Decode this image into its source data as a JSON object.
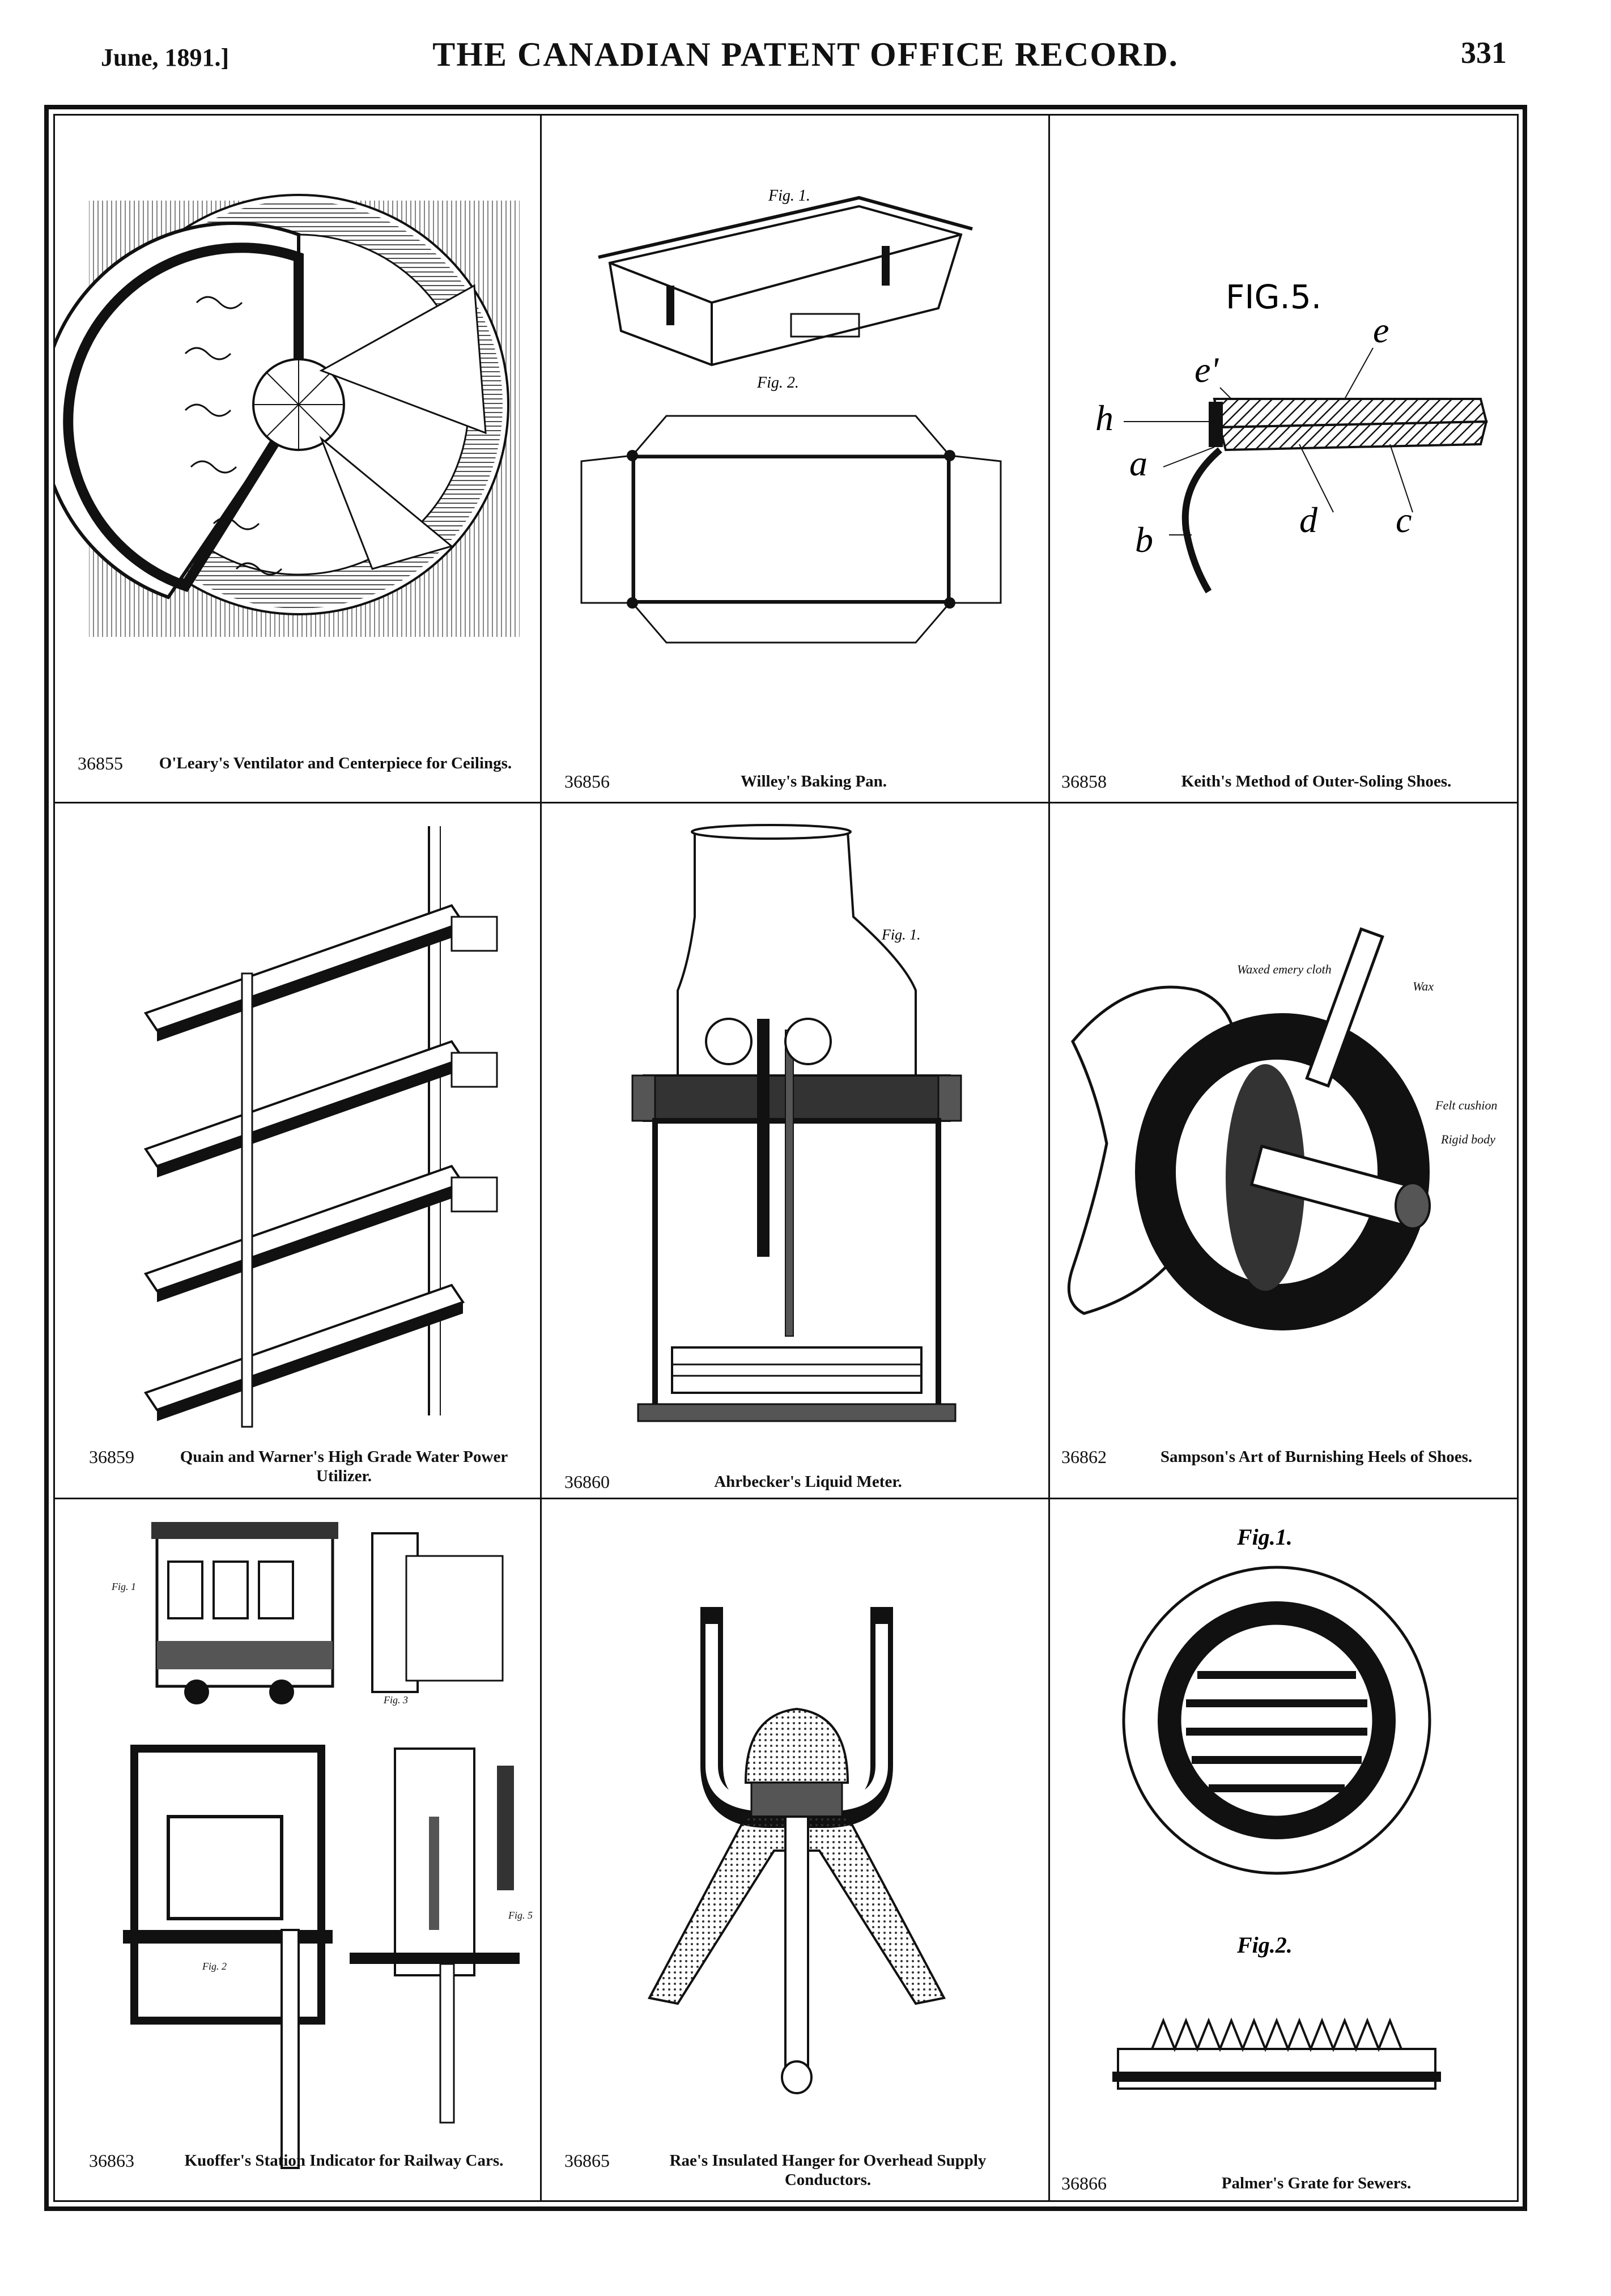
{
  "header": {
    "date": "June, 1891.]",
    "title": "THE CANADIAN PATENT OFFICE RECORD.",
    "page": "331"
  },
  "panels": [
    {
      "number": "36855",
      "title": "O'Leary's Ventilator and Centerpiece for Ceilings."
    },
    {
      "number": "36856",
      "title": "Willey's Baking Pan."
    },
    {
      "number": "36858",
      "title": "Keith's Method of Outer-Soling Shoes."
    },
    {
      "number": "36859",
      "title": "Quain and Warner's High Grade Water Power Utilizer."
    },
    {
      "number": "36860",
      "title": "Ahrbecker's Liquid Meter."
    },
    {
      "number": "36862",
      "title": "Sampson's Art of Burnishing Heels of Shoes."
    },
    {
      "number": "36863",
      "title": "Kuoffer's Station Indicator for Railway Cars."
    },
    {
      "number": "36865",
      "title": "Rae's Insulated Hanger for Overhead Supply Conductors."
    },
    {
      "number": "36866",
      "title": "Palmer's Grate for Sewers."
    }
  ],
  "figure_labels": {
    "pan_fig1": "Fig. 1.",
    "pan_fig2": "Fig. 2.",
    "sole_fig": "FIG.5.",
    "sole_e": "e",
    "sole_e1": "e'",
    "sole_h": "h",
    "sole_a": "a",
    "sole_b": "b",
    "sole_d": "d",
    "sole_c": "c",
    "meter_fig": "Fig. 1.",
    "heel_wax": "Wax",
    "heel_emery": "Waxed emery cloth",
    "heel_felt": "Felt cushion",
    "heel_rigid": "Rigid body",
    "grate_fig1": "Fig.1.",
    "grate_fig2": "Fig.2.",
    "station_fig1": "Fig. 1",
    "station_fig2": "Fig. 2",
    "station_fig3": "Fig. 3",
    "station_fig5": "Fig. 5"
  }
}
